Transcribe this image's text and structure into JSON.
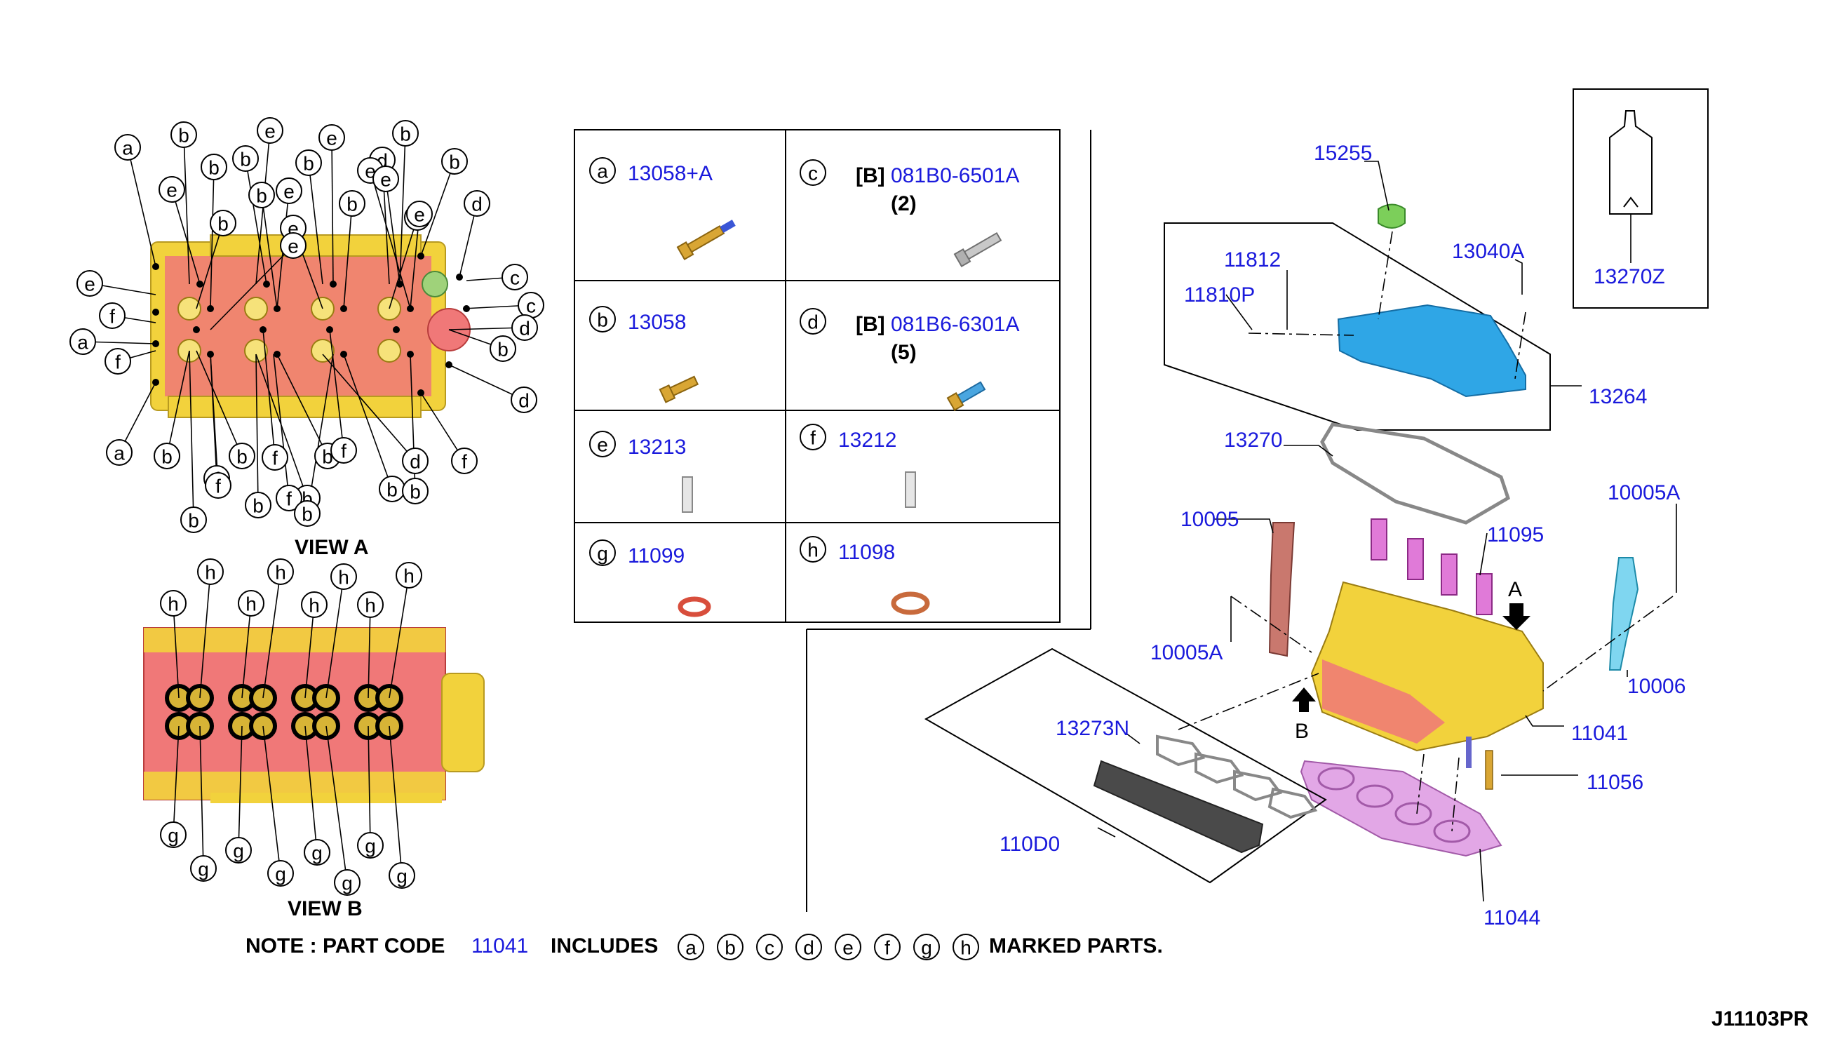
{
  "diagram_code": "J11103PR",
  "views": {
    "view_a": "VIEW A",
    "view_b": "VIEW B"
  },
  "note": {
    "prefix": "NOTE : PART CODE",
    "part_code": "11041",
    "includes": "INCLUDES",
    "letters": [
      "a",
      "b",
      "c",
      "d",
      "e",
      "f",
      "g",
      "h"
    ],
    "suffix": "MARKED PARTS."
  },
  "legend": [
    {
      "letter": "a",
      "prefix": "",
      "code": "13058+A",
      "qty": ""
    },
    {
      "letter": "c",
      "prefix": "[B]",
      "code": "081B0-6501A",
      "qty": "(2)"
    },
    {
      "letter": "b",
      "prefix": "",
      "code": "13058",
      "qty": ""
    },
    {
      "letter": "d",
      "prefix": "[B]",
      "code": "081B6-6301A",
      "qty": "(5)"
    },
    {
      "letter": "e",
      "prefix": "",
      "code": "13213",
      "qty": ""
    },
    {
      "letter": "f",
      "prefix": "",
      "code": "13212",
      "qty": ""
    },
    {
      "letter": "g",
      "prefix": "",
      "code": "11099",
      "qty": ""
    },
    {
      "letter": "h",
      "prefix": "",
      "code": "11098",
      "qty": ""
    }
  ],
  "parts": {
    "p15255": "15255",
    "p11812": "11812",
    "p13040A": "13040A",
    "p11810P": "11810P",
    "p13264": "13264",
    "p13270Z": "13270Z",
    "p13270": "13270",
    "p10005": "10005",
    "p11095": "11095",
    "p10005A_r": "10005A",
    "p10005A_l": "10005A",
    "p10006": "10006",
    "p13273N": "13273N",
    "p11041": "11041",
    "p11056": "11056",
    "p110D0": "110D0",
    "p11044": "11044"
  },
  "arrows": {
    "a": "A",
    "b": "B"
  },
  "view_a_callouts": [
    "a",
    "b",
    "e",
    "b",
    "e",
    "b",
    "e",
    "b",
    "b",
    "e",
    "b",
    "d",
    "b",
    "e",
    "b",
    "e",
    "e",
    "b",
    "e",
    "e",
    "d",
    "e",
    "e",
    "c",
    "f",
    "c",
    "a",
    "d",
    "f",
    "b",
    "d",
    "a",
    "b",
    "b",
    "f",
    "b",
    "f",
    "b",
    "f",
    "d",
    "f",
    "b",
    "f",
    "b",
    "b",
    "b",
    "f",
    "b"
  ],
  "view_b_callouts": [
    "h",
    "h",
    "h",
    "h",
    "h",
    "h",
    "h",
    "h",
    "g",
    "g",
    "g",
    "g",
    "g",
    "g",
    "g",
    "g"
  ],
  "colors": {
    "part_number": "#1a1adc",
    "head_yellow": "#f2d23c",
    "head_red": "#f07878",
    "cover_blue": "#2fa6e6",
    "gasket_pink": "#e2a7e6",
    "cap_green": "#7ccf5a"
  }
}
